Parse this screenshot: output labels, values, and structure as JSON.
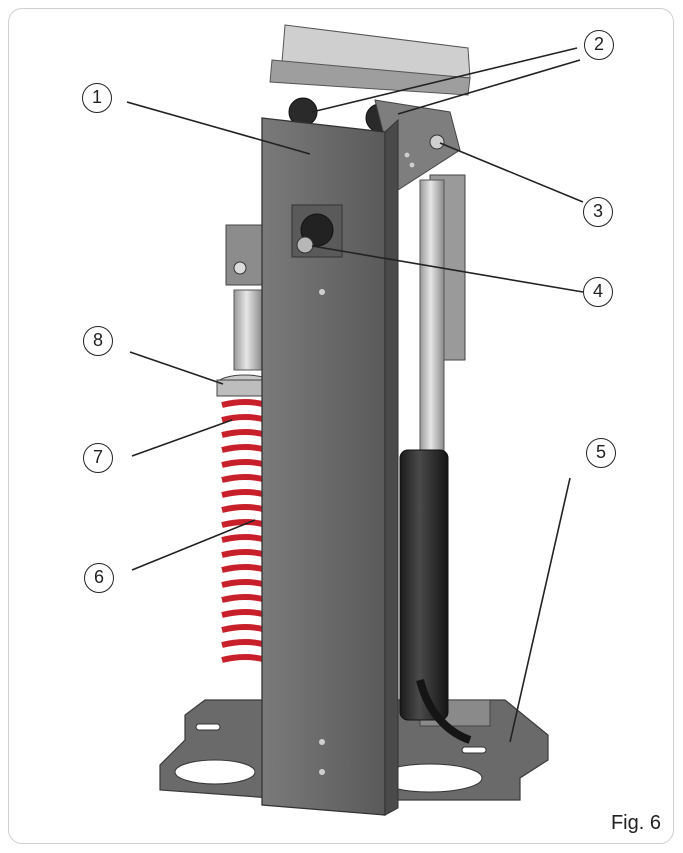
{
  "figure": {
    "label": "Fig. 6",
    "callouts": [
      {
        "id": "1",
        "label": "1"
      },
      {
        "id": "2",
        "label": "2"
      },
      {
        "id": "3",
        "label": "3"
      },
      {
        "id": "4",
        "label": "4"
      },
      {
        "id": "5",
        "label": "5"
      },
      {
        "id": "6",
        "label": "6"
      },
      {
        "id": "7",
        "label": "7"
      },
      {
        "id": "8",
        "label": "8"
      }
    ]
  },
  "colors": {
    "frame": "#cfcfcf",
    "plate_dark": "#5e5e5e",
    "plate_mid": "#707070",
    "plate_light": "#8a8a8a",
    "spring": "#c8202a",
    "cylinder": "#262626",
    "leader": "#222222"
  }
}
